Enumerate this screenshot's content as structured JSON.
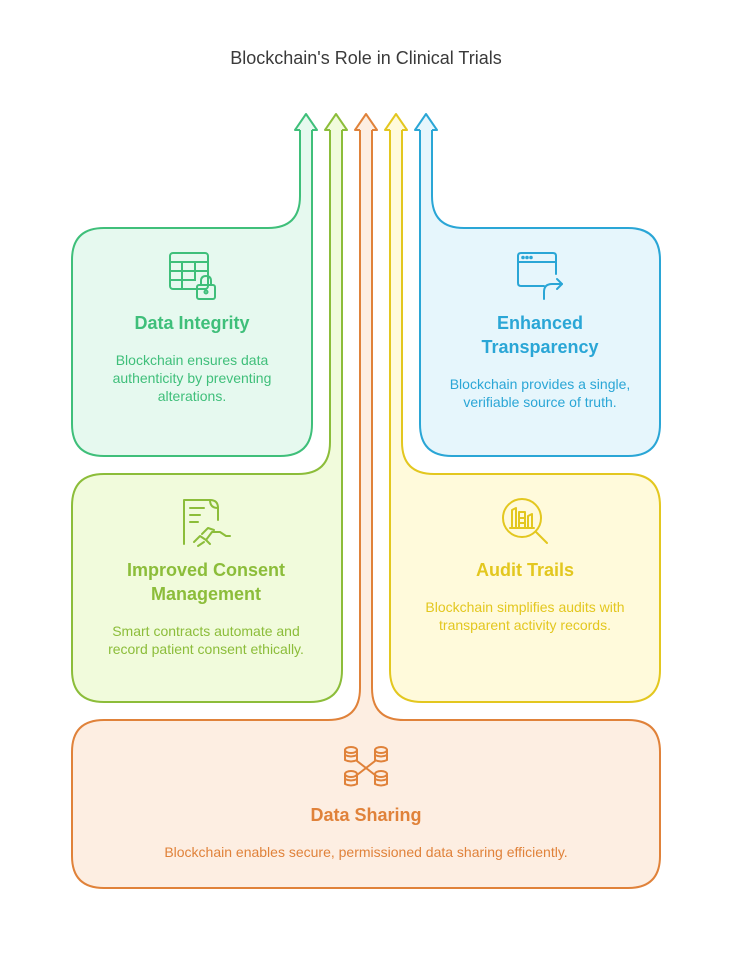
{
  "title": "Blockchain's Role in Clinical Trials",
  "colors": {
    "green": "#3fbf7a",
    "green_fill": "#e6f9ef",
    "lime": "#8cbd3a",
    "lime_fill": "#f1fbdc",
    "orange": "#e0823a",
    "orange_fill": "#fdeee2",
    "yellow": "#e3c71f",
    "yellow_fill": "#fffadb",
    "blue": "#2aa6d6",
    "blue_fill": "#e6f6fc"
  },
  "cards": {
    "data_integrity": {
      "title": "Data Integrity",
      "description": "Blockchain ensures data authenticity by preventing alterations.",
      "icon": "locked-table-icon"
    },
    "enhanced_transparency": {
      "title": "Enhanced Transparency",
      "description": "Blockchain provides a single, verifiable source of truth.",
      "icon": "share-window-icon"
    },
    "improved_consent": {
      "title": "Improved Consent Management",
      "description": "Smart contracts automate and record patient consent ethically.",
      "icon": "contract-handshake-icon"
    },
    "audit_trails": {
      "title": "Audit Trails",
      "description": "Blockchain simplifies audits with transparent activity records.",
      "icon": "magnify-document-icon"
    },
    "data_sharing": {
      "title": "Data Sharing",
      "description": "Blockchain enables secure, permissioned data sharing efficiently.",
      "icon": "database-network-icon"
    }
  }
}
